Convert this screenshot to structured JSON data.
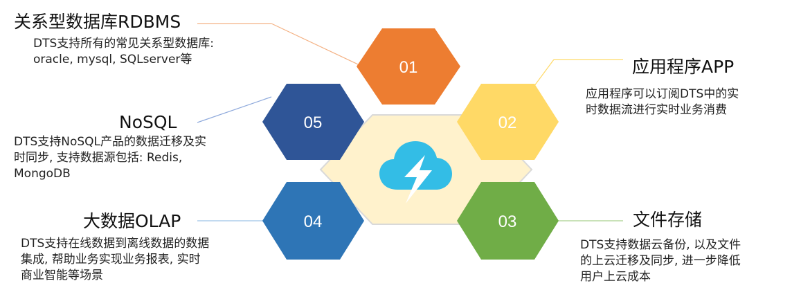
{
  "colors": {
    "orange": "#ed7d31",
    "yellow": "#ffd966",
    "green": "#70ad47",
    "blue_mid": "#2e75b6",
    "blue_dark": "#2f5597",
    "center_fill": "#fff2cc",
    "center_border": "#d9d9d9",
    "cloud": "#33bde6",
    "bolt": "#ffffff"
  },
  "center": {
    "icon": "cloud-lightning-icon"
  },
  "hexes": [
    {
      "id": "01",
      "number": "01",
      "color": "#ed7d31",
      "title": "关系型数据库RDBMS",
      "lines": [
        "DTS支持所有的常见关系型数据库:",
        "oracle, mysql, SQLserver等"
      ]
    },
    {
      "id": "02",
      "number": "02",
      "color": "#ffd966",
      "title": "应用程序APP",
      "lines": [
        "应用程序可以订阅DTS中的实",
        "时数据流进行实时业务消费"
      ]
    },
    {
      "id": "03",
      "number": "03",
      "color": "#70ad47",
      "title": "文件存储",
      "lines": [
        "DTS支持数据云备份, 以及文件",
        "的上云迁移及同步, 进一步降低",
        "用户上云成本"
      ]
    },
    {
      "id": "04",
      "number": "04",
      "color": "#2e75b6",
      "title": "大数据OLAP",
      "lines": [
        "DTS支持在线数据到离线数据的数据",
        "集成, 帮助业务实现业务报表, 实时",
        "商业智能等场景"
      ]
    },
    {
      "id": "05",
      "number": "05",
      "color": "#2f5597",
      "title": "NoSQL",
      "lines": [
        "DTS支持NoSQL产品的数据迁移及实",
        "时同步, 支持数据源包括: Redis,",
        "MongoDB"
      ]
    }
  ]
}
